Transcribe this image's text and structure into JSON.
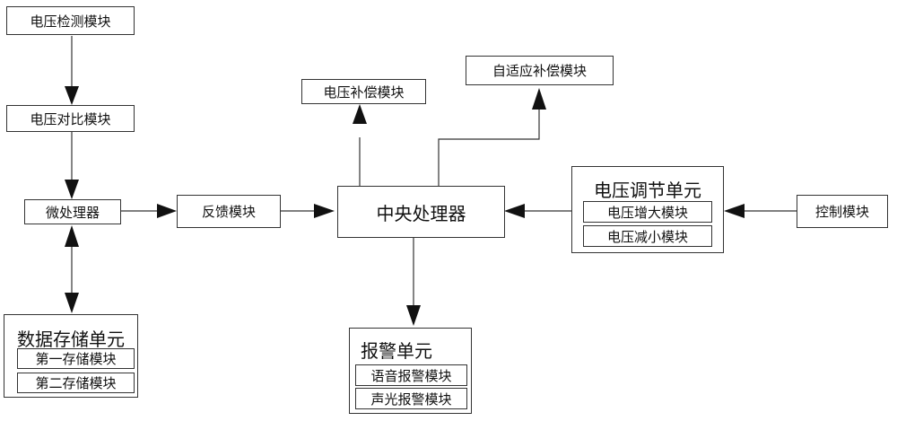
{
  "nodes": {
    "voltage_detect": "电压检测模块",
    "voltage_compare": "电压对比模块",
    "microprocessor": "微处理器",
    "feedback": "反馈模块",
    "central_processor": "中央处理器",
    "voltage_compensation": "电压补偿模块",
    "adaptive_compensation": "自适应补偿模块",
    "control_module": "控制模块"
  },
  "groups": {
    "data_storage": {
      "title": "数据存储单元",
      "items": [
        "第一存储模块",
        "第二存储模块"
      ]
    },
    "voltage_regulation": {
      "title": "电压调节单元",
      "items": [
        "电压增大模块",
        "电压减小模块"
      ]
    },
    "alarm": {
      "title": "报警单元",
      "items": [
        "语音报警模块",
        "声光报警模块"
      ]
    }
  }
}
